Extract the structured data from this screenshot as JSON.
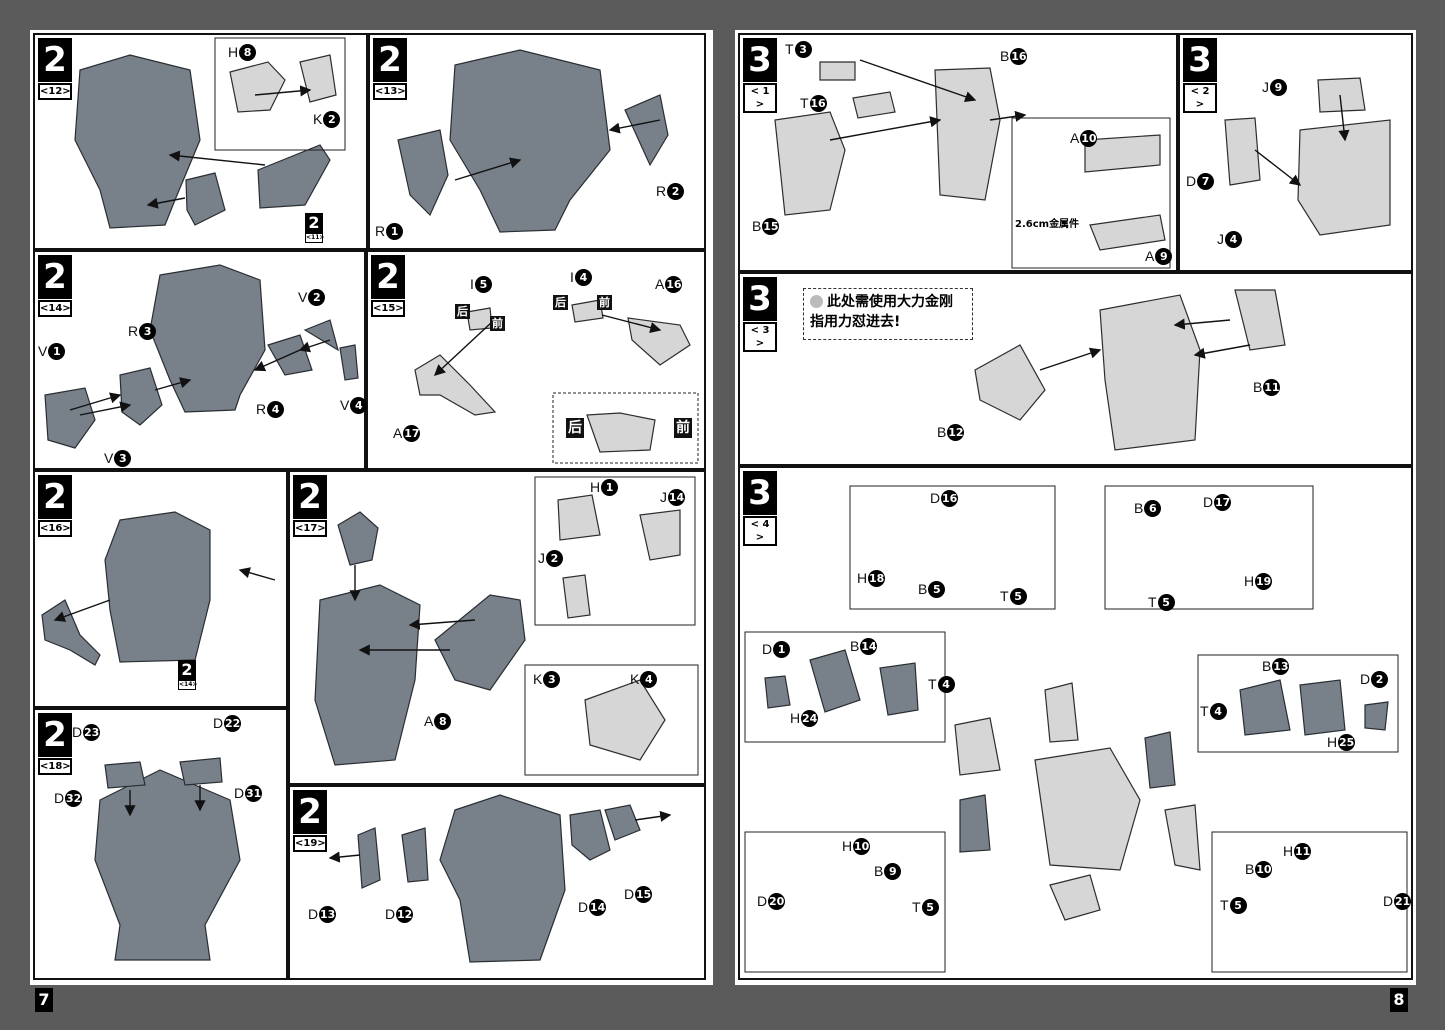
{
  "pages": [
    {
      "number": "7"
    },
    {
      "number": "8"
    }
  ],
  "steps": [
    {
      "major": "2",
      "sub": "<12>",
      "parts": [
        {
          "letter": "H",
          "num": "8"
        },
        {
          "letter": "K",
          "num": "2"
        }
      ],
      "refs": [
        {
          "major": "2",
          "sub": "<11>"
        }
      ]
    },
    {
      "major": "2",
      "sub": "<13>",
      "parts": [
        {
          "letter": "R",
          "num": "2"
        },
        {
          "letter": "R",
          "num": "1"
        }
      ],
      "refs": []
    },
    {
      "major": "2",
      "sub": "<14>",
      "parts": [
        {
          "letter": "V",
          "num": "2"
        },
        {
          "letter": "R",
          "num": "3"
        },
        {
          "letter": "V",
          "num": "1"
        },
        {
          "letter": "R",
          "num": "4"
        },
        {
          "letter": "V",
          "num": "4"
        },
        {
          "letter": "V",
          "num": "3"
        }
      ],
      "refs": []
    },
    {
      "major": "2",
      "sub": "<15>",
      "parts": [
        {
          "letter": "I",
          "num": "5"
        },
        {
          "letter": "I",
          "num": "4"
        },
        {
          "letter": "A",
          "num": "16"
        },
        {
          "letter": "A",
          "num": "17"
        }
      ],
      "refs": []
    },
    {
      "major": "2",
      "sub": "<16>",
      "parts": [],
      "refs": [
        {
          "major": "2",
          "sub": "<14>"
        }
      ]
    },
    {
      "major": "2",
      "sub": "<17>",
      "parts": [
        {
          "letter": "H",
          "num": "1"
        },
        {
          "letter": "J",
          "num": "14"
        },
        {
          "letter": "J",
          "num": "2"
        },
        {
          "letter": "A",
          "num": "8"
        },
        {
          "letter": "K",
          "num": "3"
        },
        {
          "letter": "K",
          "num": "4"
        }
      ],
      "refs": []
    },
    {
      "major": "2",
      "sub": "<18>",
      "parts": [
        {
          "letter": "D",
          "num": "23"
        },
        {
          "letter": "D",
          "num": "22"
        },
        {
          "letter": "D",
          "num": "32"
        },
        {
          "letter": "D",
          "num": "31"
        }
      ],
      "refs": []
    },
    {
      "major": "2",
      "sub": "<19>",
      "parts": [
        {
          "letter": "D",
          "num": "13"
        },
        {
          "letter": "D",
          "num": "12"
        },
        {
          "letter": "D",
          "num": "14"
        },
        {
          "letter": "D",
          "num": "15"
        }
      ],
      "refs": []
    },
    {
      "major": "3",
      "sub": "< 1 >",
      "parts": [
        {
          "letter": "T",
          "num": "3"
        },
        {
          "letter": "B",
          "num": "16"
        },
        {
          "letter": "T",
          "num": "16"
        },
        {
          "letter": "A",
          "num": "10"
        },
        {
          "letter": "B",
          "num": "15"
        },
        {
          "letter": "A",
          "num": "9"
        }
      ],
      "refs": []
    },
    {
      "major": "3",
      "sub": "< 2 >",
      "parts": [
        {
          "letter": "J",
          "num": "9"
        },
        {
          "letter": "D",
          "num": "7"
        },
        {
          "letter": "J",
          "num": "4"
        }
      ],
      "refs": []
    },
    {
      "major": "3",
      "sub": "< 3 >",
      "parts": [
        {
          "letter": "B",
          "num": "11"
        },
        {
          "letter": "B",
          "num": "12"
        }
      ],
      "refs": []
    },
    {
      "major": "3",
      "sub": "< 4 >",
      "parts": [
        {
          "letter": "D",
          "num": "16"
        },
        {
          "letter": "D",
          "num": "17"
        },
        {
          "letter": "B",
          "num": "6"
        },
        {
          "letter": "H",
          "num": "18"
        },
        {
          "letter": "B",
          "num": "5"
        },
        {
          "letter": "T",
          "num": "5"
        },
        {
          "letter": "H",
          "num": "19"
        },
        {
          "letter": "T",
          "num": "5"
        },
        {
          "letter": "D",
          "num": "1"
        },
        {
          "letter": "B",
          "num": "14"
        },
        {
          "letter": "T",
          "num": "4"
        },
        {
          "letter": "H",
          "num": "24"
        },
        {
          "letter": "B",
          "num": "13"
        },
        {
          "letter": "D",
          "num": "2"
        },
        {
          "letter": "T",
          "num": "4"
        },
        {
          "letter": "H",
          "num": "25"
        },
        {
          "letter": "H",
          "num": "10"
        },
        {
          "letter": "B",
          "num": "9"
        },
        {
          "letter": "D",
          "num": "20"
        },
        {
          "letter": "T",
          "num": "5"
        },
        {
          "letter": "H",
          "num": "11"
        },
        {
          "letter": "B",
          "num": "10"
        },
        {
          "letter": "T",
          "num": "5"
        },
        {
          "letter": "D",
          "num": "21"
        }
      ],
      "refs": []
    }
  ],
  "orientation": {
    "back": "后",
    "front": "前"
  },
  "metal_part_label": "2.6cm金属件",
  "note": {
    "line1": "此处需使用大力金刚",
    "line2": "指用力怼进去!"
  },
  "colors": {
    "part_dark": "#78808a",
    "part_light": "#d6d6d6",
    "page_bg": "#5b5b5b"
  }
}
